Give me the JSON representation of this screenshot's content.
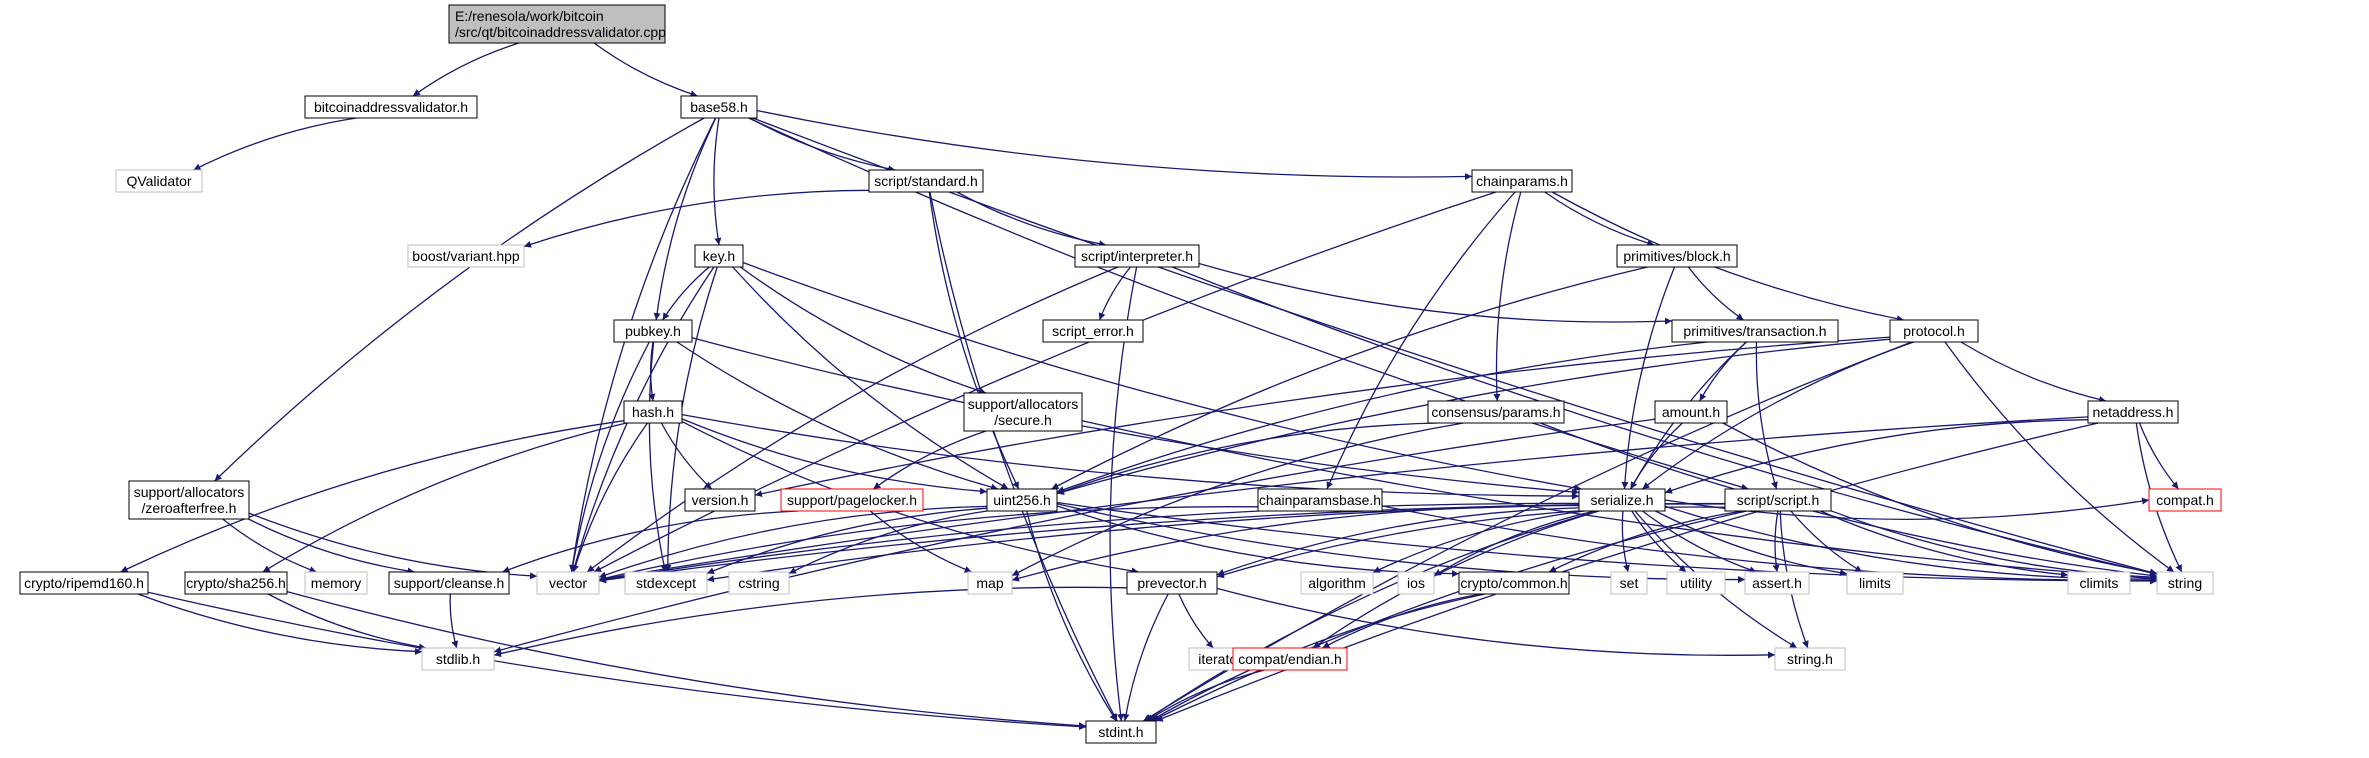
{
  "title_lines": [
    "E:/renesola/work/bitcoin",
    "/src/qt/bitcoinaddressvalidator.cpp"
  ],
  "colors": {
    "root_fill": "#bfbfbf",
    "local_border": "#000000",
    "missing_border": "#ff0000",
    "system_border": "#bfbfbf",
    "edge": "#191970"
  },
  "nodes": [
    {
      "id": "root",
      "kind": "root"
    },
    {
      "id": "bav_h",
      "label": "bitcoinaddressvalidator.h",
      "kind": "local"
    },
    {
      "id": "base58",
      "label": "base58.h",
      "kind": "local"
    },
    {
      "id": "qvalidator",
      "label": "QValidator",
      "kind": "system"
    },
    {
      "id": "standard",
      "label": "script/standard.h",
      "kind": "local"
    },
    {
      "id": "chainparams",
      "label": "chainparams.h",
      "kind": "local"
    },
    {
      "id": "boost_variant",
      "label": "boost/variant.hpp",
      "kind": "system"
    },
    {
      "id": "key",
      "label": "key.h",
      "kind": "local"
    },
    {
      "id": "interpreter",
      "label": "script/interpreter.h",
      "kind": "local"
    },
    {
      "id": "block",
      "label": "primitives/block.h",
      "kind": "local"
    },
    {
      "id": "pubkey",
      "label": "pubkey.h",
      "kind": "local"
    },
    {
      "id": "script_error",
      "label": "script_error.h",
      "kind": "local"
    },
    {
      "id": "transaction",
      "label": "primitives/transaction.h",
      "kind": "local"
    },
    {
      "id": "protocol",
      "label": "protocol.h",
      "kind": "local"
    },
    {
      "id": "hash",
      "label": "hash.h",
      "kind": "local"
    },
    {
      "id": "secure_h",
      "label": "support/allocators\n/secure.h",
      "kind": "local"
    },
    {
      "id": "consensus",
      "label": "consensus/params.h",
      "kind": "local"
    },
    {
      "id": "amount",
      "label": "amount.h",
      "kind": "local"
    },
    {
      "id": "netaddress",
      "label": "netaddress.h",
      "kind": "local"
    },
    {
      "id": "zeroafterfree",
      "label": "support/allocators\n/zeroafterfree.h",
      "kind": "local"
    },
    {
      "id": "version",
      "label": "version.h",
      "kind": "local"
    },
    {
      "id": "pagelocker",
      "label": "support/pagelocker.h",
      "kind": "missing"
    },
    {
      "id": "uint256",
      "label": "uint256.h",
      "kind": "local"
    },
    {
      "id": "chainparamsbase",
      "label": "chainparamsbase.h",
      "kind": "local"
    },
    {
      "id": "serialize",
      "label": "serialize.h",
      "kind": "local"
    },
    {
      "id": "script_h",
      "label": "script/script.h",
      "kind": "local"
    },
    {
      "id": "compat_h",
      "label": "compat.h",
      "kind": "missing"
    },
    {
      "id": "ripemd",
      "label": "crypto/ripemd160.h",
      "kind": "local"
    },
    {
      "id": "sha256",
      "label": "crypto/sha256.h",
      "kind": "local"
    },
    {
      "id": "memory",
      "label": "memory",
      "kind": "system"
    },
    {
      "id": "cleanse",
      "label": "support/cleanse.h",
      "kind": "local"
    },
    {
      "id": "vector",
      "label": "vector",
      "kind": "system"
    },
    {
      "id": "stdexcept",
      "label": "stdexcept",
      "kind": "system"
    },
    {
      "id": "cstring",
      "label": "cstring",
      "kind": "system"
    },
    {
      "id": "map",
      "label": "map",
      "kind": "system"
    },
    {
      "id": "prevector",
      "label": "prevector.h",
      "kind": "local"
    },
    {
      "id": "algorithm",
      "label": "algorithm",
      "kind": "system"
    },
    {
      "id": "ios",
      "label": "ios",
      "kind": "system"
    },
    {
      "id": "crypto_common",
      "label": "crypto/common.h",
      "kind": "local"
    },
    {
      "id": "set",
      "label": "set",
      "kind": "system"
    },
    {
      "id": "utility",
      "label": "utility",
      "kind": "system"
    },
    {
      "id": "assert",
      "label": "assert.h",
      "kind": "system"
    },
    {
      "id": "limits",
      "label": "limits",
      "kind": "system"
    },
    {
      "id": "climits",
      "label": "climits",
      "kind": "system"
    },
    {
      "id": "string",
      "label": "string",
      "kind": "system"
    },
    {
      "id": "stdlib",
      "label": "stdlib.h",
      "kind": "system"
    },
    {
      "id": "iterator",
      "label": "iterator",
      "kind": "system"
    },
    {
      "id": "endian",
      "label": "compat/endian.h",
      "kind": "missing"
    },
    {
      "id": "string_h",
      "label": "string.h",
      "kind": "system"
    },
    {
      "id": "stdint",
      "label": "stdint.h",
      "kind": "local"
    }
  ],
  "edges": [
    [
      "root",
      "bav_h"
    ],
    [
      "root",
      "base58"
    ],
    [
      "bav_h",
      "qvalidator"
    ],
    [
      "base58",
      "standard"
    ],
    [
      "base58",
      "chainparams"
    ],
    [
      "base58",
      "key"
    ],
    [
      "base58",
      "pubkey"
    ],
    [
      "base58",
      "zeroafterfree"
    ],
    [
      "base58",
      "vector"
    ],
    [
      "base58",
      "script_h"
    ],
    [
      "base58",
      "string"
    ],
    [
      "standard",
      "boost_variant"
    ],
    [
      "standard",
      "interpreter"
    ],
    [
      "standard",
      "uint256"
    ],
    [
      "standard",
      "stdint"
    ],
    [
      "chainparams",
      "block"
    ],
    [
      "chainparams",
      "protocol"
    ],
    [
      "chainparams",
      "consensus"
    ],
    [
      "chainparams",
      "chainparamsbase"
    ],
    [
      "chainparams",
      "vector"
    ],
    [
      "key",
      "pubkey"
    ],
    [
      "key",
      "secure_h"
    ],
    [
      "key",
      "serialize"
    ],
    [
      "key",
      "uint256"
    ],
    [
      "key",
      "stdexcept"
    ],
    [
      "key",
      "vector"
    ],
    [
      "interpreter",
      "script_error"
    ],
    [
      "interpreter",
      "transaction"
    ],
    [
      "interpreter",
      "vector"
    ],
    [
      "interpreter",
      "stdint"
    ],
    [
      "interpreter",
      "string"
    ],
    [
      "block",
      "transaction"
    ],
    [
      "block",
      "uint256"
    ],
    [
      "block",
      "serialize"
    ],
    [
      "pubkey",
      "hash"
    ],
    [
      "pubkey",
      "serialize"
    ],
    [
      "pubkey",
      "uint256"
    ],
    [
      "pubkey",
      "stdexcept"
    ],
    [
      "pubkey",
      "vector"
    ],
    [
      "transaction",
      "amount"
    ],
    [
      "transaction",
      "script_h"
    ],
    [
      "transaction",
      "serialize"
    ],
    [
      "transaction",
      "uint256"
    ],
    [
      "protocol",
      "netaddress"
    ],
    [
      "protocol",
      "serialize"
    ],
    [
      "protocol",
      "uint256"
    ],
    [
      "protocol",
      "version"
    ],
    [
      "protocol",
      "stdint"
    ],
    [
      "protocol",
      "string"
    ],
    [
      "hash",
      "ripemd"
    ],
    [
      "hash",
      "sha256"
    ],
    [
      "hash",
      "prevector"
    ],
    [
      "hash",
      "serialize"
    ],
    [
      "hash",
      "uint256"
    ],
    [
      "hash",
      "version"
    ],
    [
      "hash",
      "vector"
    ],
    [
      "secure_h",
      "pagelocker"
    ],
    [
      "secure_h",
      "string"
    ],
    [
      "consensus",
      "uint256"
    ],
    [
      "consensus",
      "map"
    ],
    [
      "consensus",
      "string"
    ],
    [
      "amount",
      "serialize"
    ],
    [
      "amount",
      "stdlib"
    ],
    [
      "amount",
      "string"
    ],
    [
      "netaddress",
      "compat_h"
    ],
    [
      "netaddress",
      "serialize"
    ],
    [
      "netaddress",
      "stdint"
    ],
    [
      "netaddress",
      "string"
    ],
    [
      "netaddress",
      "vector"
    ],
    [
      "zeroafterfree",
      "cleanse"
    ],
    [
      "zeroafterfree",
      "memory"
    ],
    [
      "zeroafterfree",
      "vector"
    ],
    [
      "pagelocker",
      "cleanse"
    ],
    [
      "pagelocker",
      "map"
    ],
    [
      "uint256",
      "assert"
    ],
    [
      "uint256",
      "cstring"
    ],
    [
      "uint256",
      "stdexcept"
    ],
    [
      "uint256",
      "stdint"
    ],
    [
      "uint256",
      "string"
    ],
    [
      "uint256",
      "vector"
    ],
    [
      "uint256",
      "crypto_common"
    ],
    [
      "chainparamsbase",
      "string"
    ],
    [
      "chainparamsbase",
      "vector"
    ],
    [
      "serialize",
      "compat_h"
    ],
    [
      "serialize",
      "endian"
    ],
    [
      "serialize",
      "algorithm"
    ],
    [
      "serialize",
      "assert"
    ],
    [
      "serialize",
      "ios"
    ],
    [
      "serialize",
      "limits"
    ],
    [
      "serialize",
      "map"
    ],
    [
      "serialize",
      "set"
    ],
    [
      "serialize",
      "stdint"
    ],
    [
      "serialize",
      "string"
    ],
    [
      "serialize",
      "string_h"
    ],
    [
      "serialize",
      "utility"
    ],
    [
      "serialize",
      "vector"
    ],
    [
      "serialize",
      "prevector"
    ],
    [
      "script_h",
      "crypto_common"
    ],
    [
      "script_h",
      "prevector"
    ],
    [
      "script_h",
      "assert"
    ],
    [
      "script_h",
      "climits"
    ],
    [
      "script_h",
      "limits"
    ],
    [
      "script_h",
      "stdexcept"
    ],
    [
      "script_h",
      "stdint"
    ],
    [
      "script_h",
      "string"
    ],
    [
      "script_h",
      "string_h"
    ],
    [
      "script_h",
      "vector"
    ],
    [
      "ripemd",
      "stdlib"
    ],
    [
      "ripemd",
      "stdint"
    ],
    [
      "sha256",
      "stdlib"
    ],
    [
      "sha256",
      "stdint"
    ],
    [
      "cleanse",
      "stdlib"
    ],
    [
      "prevector",
      "stdlib"
    ],
    [
      "prevector",
      "stdint"
    ],
    [
      "prevector",
      "string_h"
    ],
    [
      "prevector",
      "iterator"
    ],
    [
      "crypto_common",
      "endian"
    ],
    [
      "crypto_common",
      "stdint"
    ],
    [
      "endian",
      "stdint"
    ]
  ]
}
